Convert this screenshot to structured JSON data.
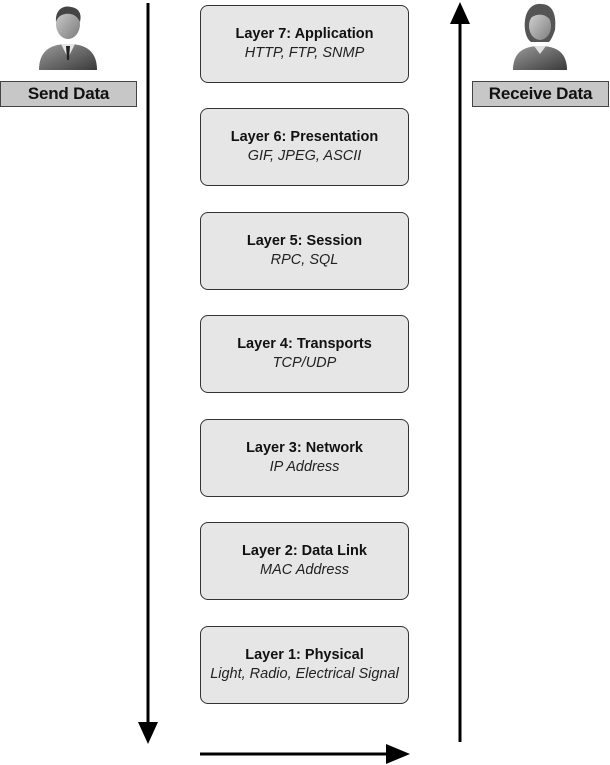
{
  "sender": {
    "label": "Send Data",
    "icon": "male-user-icon"
  },
  "receiver": {
    "label": "Receive Data",
    "icon": "female-user-icon"
  },
  "layers": [
    {
      "title": "Layer 7: Application",
      "protocols": "HTTP, FTP, SNMP"
    },
    {
      "title": "Layer 6: Presentation",
      "protocols": "GIF, JPEG, ASCII"
    },
    {
      "title": "Layer 5: Session",
      "protocols": "RPC, SQL"
    },
    {
      "title": "Layer 4: Transports",
      "protocols": "TCP/UDP"
    },
    {
      "title": "Layer 3: Network",
      "protocols": "IP Address"
    },
    {
      "title": "Layer 2: Data Link",
      "protocols": "MAC Address"
    },
    {
      "title": "Layer 1: Physical",
      "protocols": "Light, Radio, Electrical Signal"
    }
  ],
  "colors": {
    "box_fill": "#e6e6e6",
    "label_fill": "#c7c7c7",
    "arrow": "#000000"
  }
}
